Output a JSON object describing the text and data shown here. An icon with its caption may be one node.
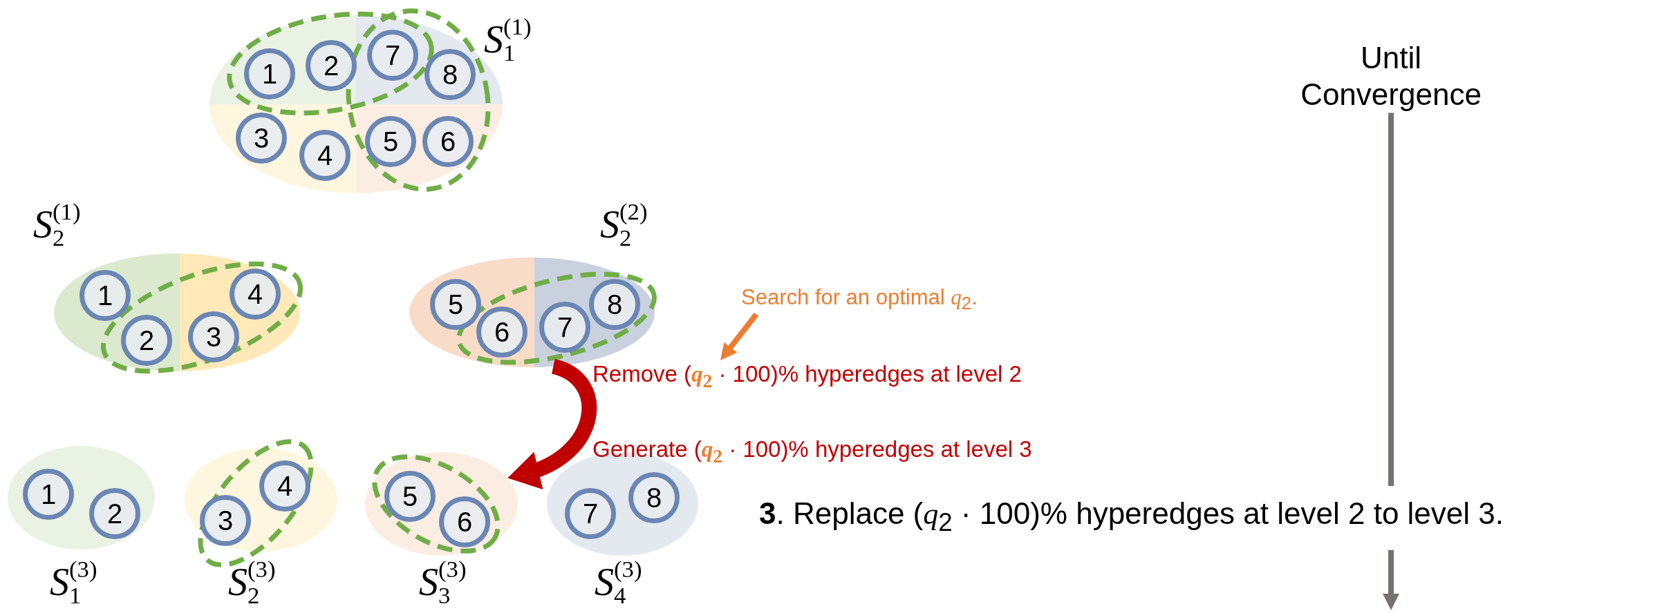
{
  "diagram": {
    "nodes": [
      {
        "text": [],
        "shape": "ellipse",
        "beside": [
          "*S*$_{1}$$^{(1)}$"
        ]
      },
      {
        "text": [
          "1"
        ],
        "in": 0
      },
      {
        "text": [
          "2"
        ],
        "in": 0
      },
      {
        "text": [
          "7"
        ],
        "in": 0
      },
      {
        "text": [
          "8"
        ],
        "in": 0
      },
      {
        "text": [
          "3"
        ],
        "in": 0
      },
      {
        "text": [
          "4"
        ],
        "in": 0
      },
      {
        "text": [
          "5"
        ],
        "in": 0
      },
      {
        "text": [
          "6"
        ],
        "in": 0
      },
      {
        "text": [],
        "shape": "ellipse",
        "beside": [
          "*S*$_{2}$$^{(1)}$"
        ]
      },
      {
        "text": [
          "1"
        ],
        "in": 9
      },
      {
        "text": [
          "2"
        ],
        "in": 9
      },
      {
        "text": [
          "3"
        ],
        "in": 9
      },
      {
        "text": [
          "4"
        ],
        "in": 9
      },
      {
        "text": [],
        "shape": "ellipse",
        "beside": [
          "*S*$_{2}$$^{(2)}$"
        ]
      },
      {
        "text": [
          "5"
        ],
        "in": 14
      },
      {
        "text": [
          "6"
        ],
        "in": 14
      },
      {
        "text": [
          "7"
        ],
        "in": 14
      },
      {
        "text": [
          "8"
        ],
        "in": 14
      },
      {
        "text": [],
        "shape": "ellipse",
        "beside": [
          "*S*$_{1}$$^{(3)}$"
        ]
      },
      {
        "text": [
          "1"
        ],
        "in": 19
      },
      {
        "text": [
          "2"
        ],
        "in": 19
      },
      {
        "text": [],
        "shape": "ellipse",
        "beside": [
          "*S*$_{2}$$^{(3)}$"
        ]
      },
      {
        "text": [
          "3"
        ],
        "in": 22
      },
      {
        "text": [
          "4"
        ],
        "in": 22
      },
      {
        "text": [],
        "shape": "ellipse",
        "beside": [
          "*S*$_{3}$$^{(3)}$"
        ]
      },
      {
        "text": [
          "5"
        ],
        "in": 25
      },
      {
        "text": [
          "6"
        ],
        "in": 25
      },
      {
        "text": [],
        "shape": "ellipse",
        "beside": [
          "*S*$_{4}$$^{(3)}$"
        ]
      },
      {
        "text": [
          "7"
        ],
        "in": 28
      },
      {
        "text": [
          "8"
        ],
        "in": 28
      },
      {
        "text": [
          "Search for an optimal *q*$_{2}$."
        ]
      },
      {
        "text": [
          "Until Convergence"
        ]
      },
      {
        "text": [
          "**3**. Replace (*q*$_{2}$ · 100)% hyperedges at level 2 to level 3."
        ]
      },
      {
        "text": [
          "Remove (**q**$_{2}$ · 100)% hyperedges at level 2"
        ]
      }
    ],
    "edges": [
      {
        "from": 14,
        "to": 25,
        "arrow": "to",
        "style": "thick",
        "color": "#c00000"
      },
      {
        "from": 31,
        "to": 34,
        "arrow": "to",
        "color": "#ed7d31"
      },
      {
        "from": 32,
        "to": 33,
        "arrow": "none"
      },
      {
        "from": 33,
        "to": null,
        "arrow": "to"
      }
    ],
    "labels": [
      "Generate (**q**$_{2}$ · 100)% hyperedges at level 3"
    ]
  }
}
